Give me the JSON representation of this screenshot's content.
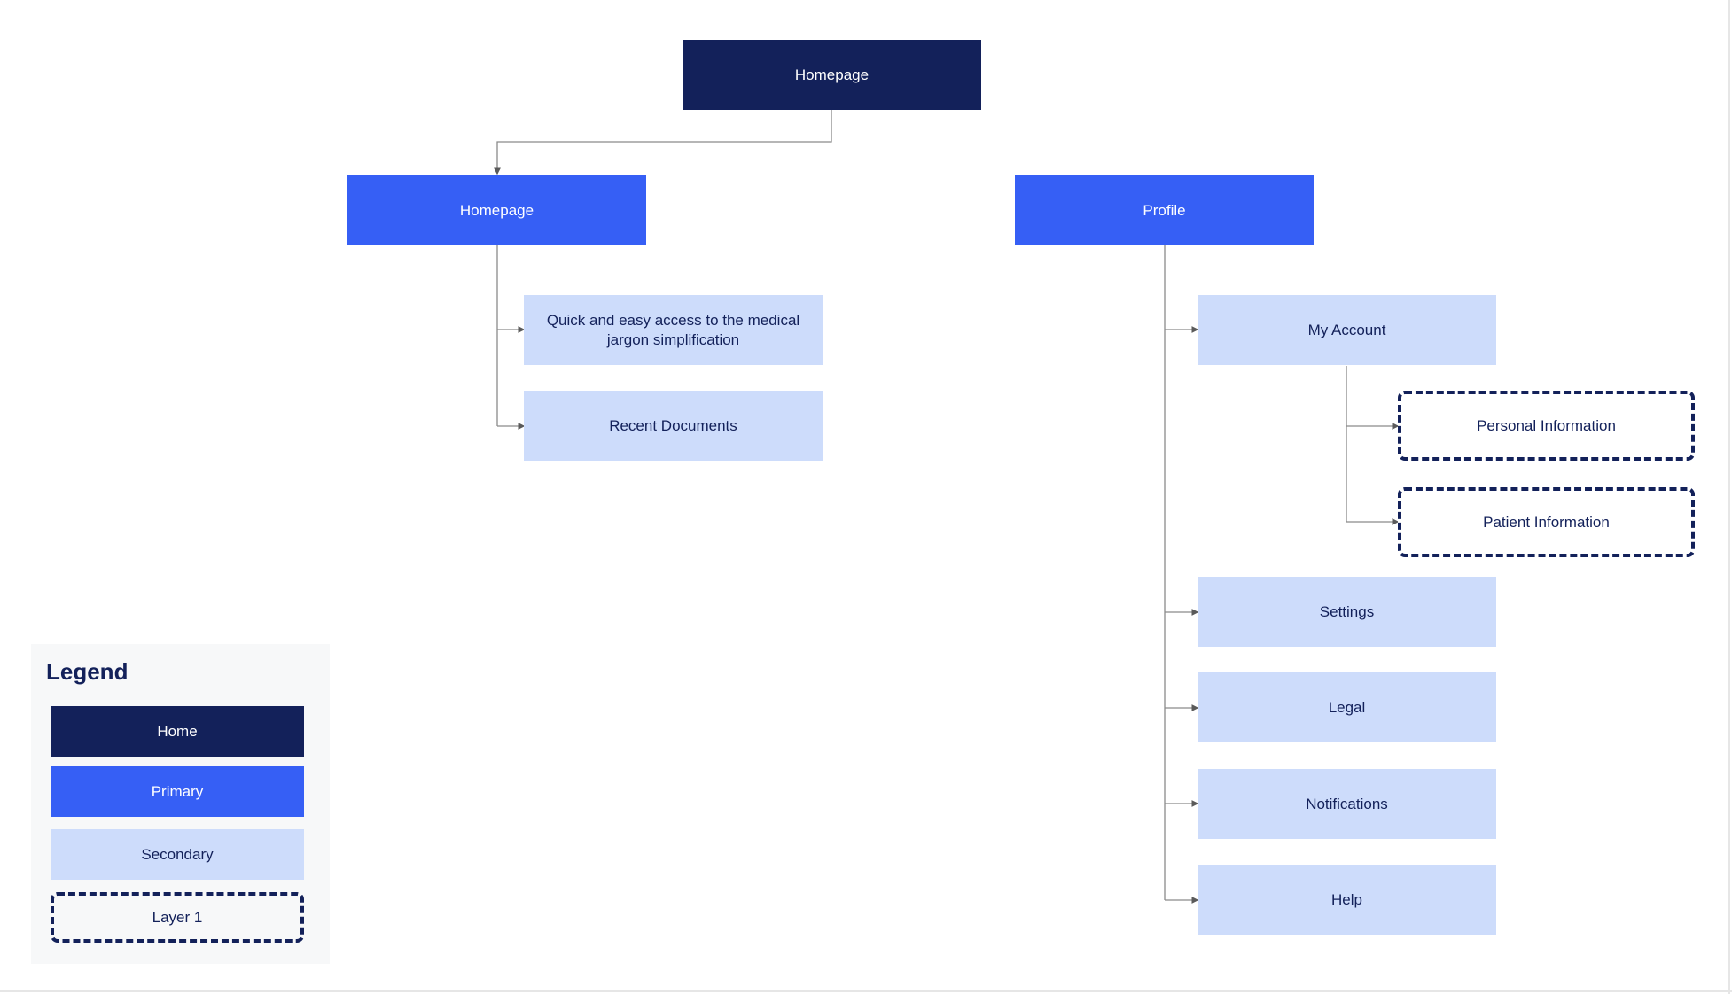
{
  "colors": {
    "home": "#13215a",
    "primary": "#365ff5",
    "secondary": "#cddcfb",
    "connector": "#7d7d7d"
  },
  "nodes": {
    "root": "Homepage",
    "homepage": "Homepage",
    "quick_access": "Quick and easy access to the medical jargon simplification",
    "recent_documents": "Recent Documents",
    "profile": "Profile",
    "my_account": "My Account",
    "personal_information": "Personal Information",
    "patient_information": "Patient Information",
    "settings": "Settings",
    "legal": "Legal",
    "notifications": "Notifications",
    "help": "Help"
  },
  "legend": {
    "title": "Legend",
    "items": [
      "Home",
      "Primary",
      "Secondary",
      "Layer 1"
    ]
  }
}
